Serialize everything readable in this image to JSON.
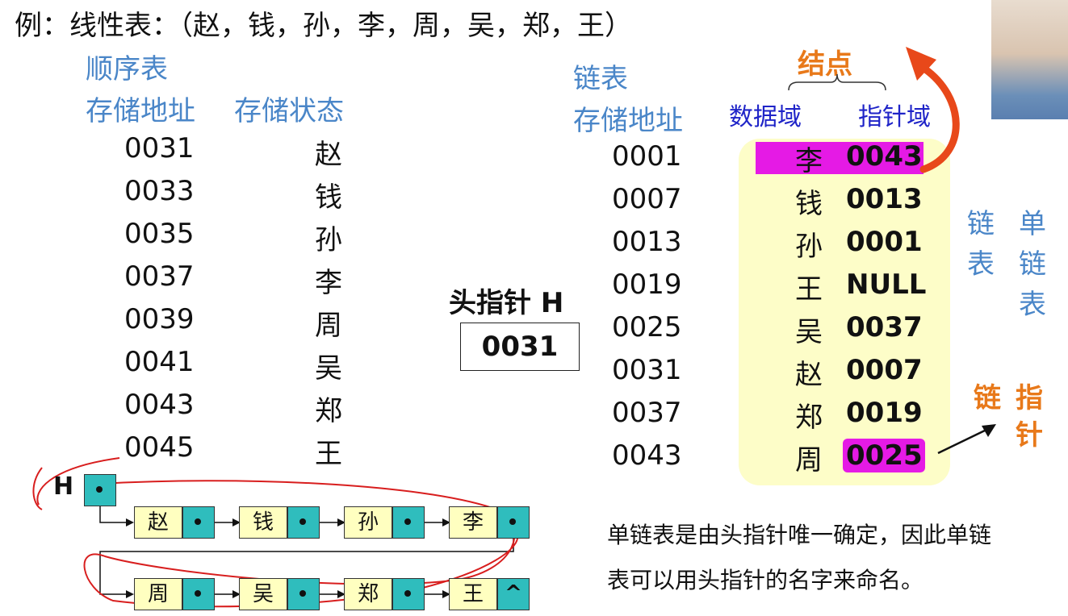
{
  "title": "例：线性表：（赵，钱，孙，李，周，吴，郑，王）",
  "sequential": {
    "label": "顺序表",
    "addr_header": "存储地址",
    "state_header": "存储状态",
    "rows": [
      {
        "addr": "0031",
        "val": "赵"
      },
      {
        "addr": "0033",
        "val": "钱"
      },
      {
        "addr": "0035",
        "val": "孙"
      },
      {
        "addr": "0037",
        "val": "李"
      },
      {
        "addr": "0039",
        "val": "周"
      },
      {
        "addr": "0041",
        "val": "吴"
      },
      {
        "addr": "0043",
        "val": "郑"
      },
      {
        "addr": "0045",
        "val": "王"
      }
    ]
  },
  "linked": {
    "label": "链表",
    "addr_header": "存储地址",
    "node_label": "结点",
    "data_field": "数据域",
    "pointer_field": "指针域",
    "rows": [
      {
        "addr": "0001",
        "val": "李",
        "ptr": "0043"
      },
      {
        "addr": "0007",
        "val": "钱",
        "ptr": "0013"
      },
      {
        "addr": "0013",
        "val": "孙",
        "ptr": "0001"
      },
      {
        "addr": "0019",
        "val": "王",
        "ptr": "NULL"
      },
      {
        "addr": "0025",
        "val": "吴",
        "ptr": "0037"
      },
      {
        "addr": "0031",
        "val": "赵",
        "ptr": "0007"
      },
      {
        "addr": "0037",
        "val": "郑",
        "ptr": "0019"
      },
      {
        "addr": "0043",
        "val": "周",
        "ptr": "0025"
      }
    ]
  },
  "head_pointer": {
    "label": "头指针 H",
    "value": "0031"
  },
  "side_labels": {
    "linked_list_1": "链",
    "linked_list_2": "表",
    "single_1": "单",
    "single_2": "链",
    "single_3": "表",
    "chain_1": "链",
    "chain_ptr_1": "指",
    "chain_ptr_2": "针"
  },
  "note_line1": "单链表是由头指针唯一确定，因此单链",
  "note_line2": "表可以用头指针的名字来命名。",
  "diagram": {
    "head": "H",
    "row1": [
      "赵",
      "钱",
      "孙",
      "李"
    ],
    "row2": [
      "周",
      "吴",
      "郑",
      "王"
    ],
    "null_mark": "^"
  },
  "colors": {
    "blue": "#4a86c8",
    "navy": "#1f24c8",
    "orange": "#e8791a",
    "highlight": "#e51ae5",
    "node_fill": "#ffffc0",
    "ptr_fill": "#2fbdbd",
    "red_arrow": "#e8481a"
  }
}
